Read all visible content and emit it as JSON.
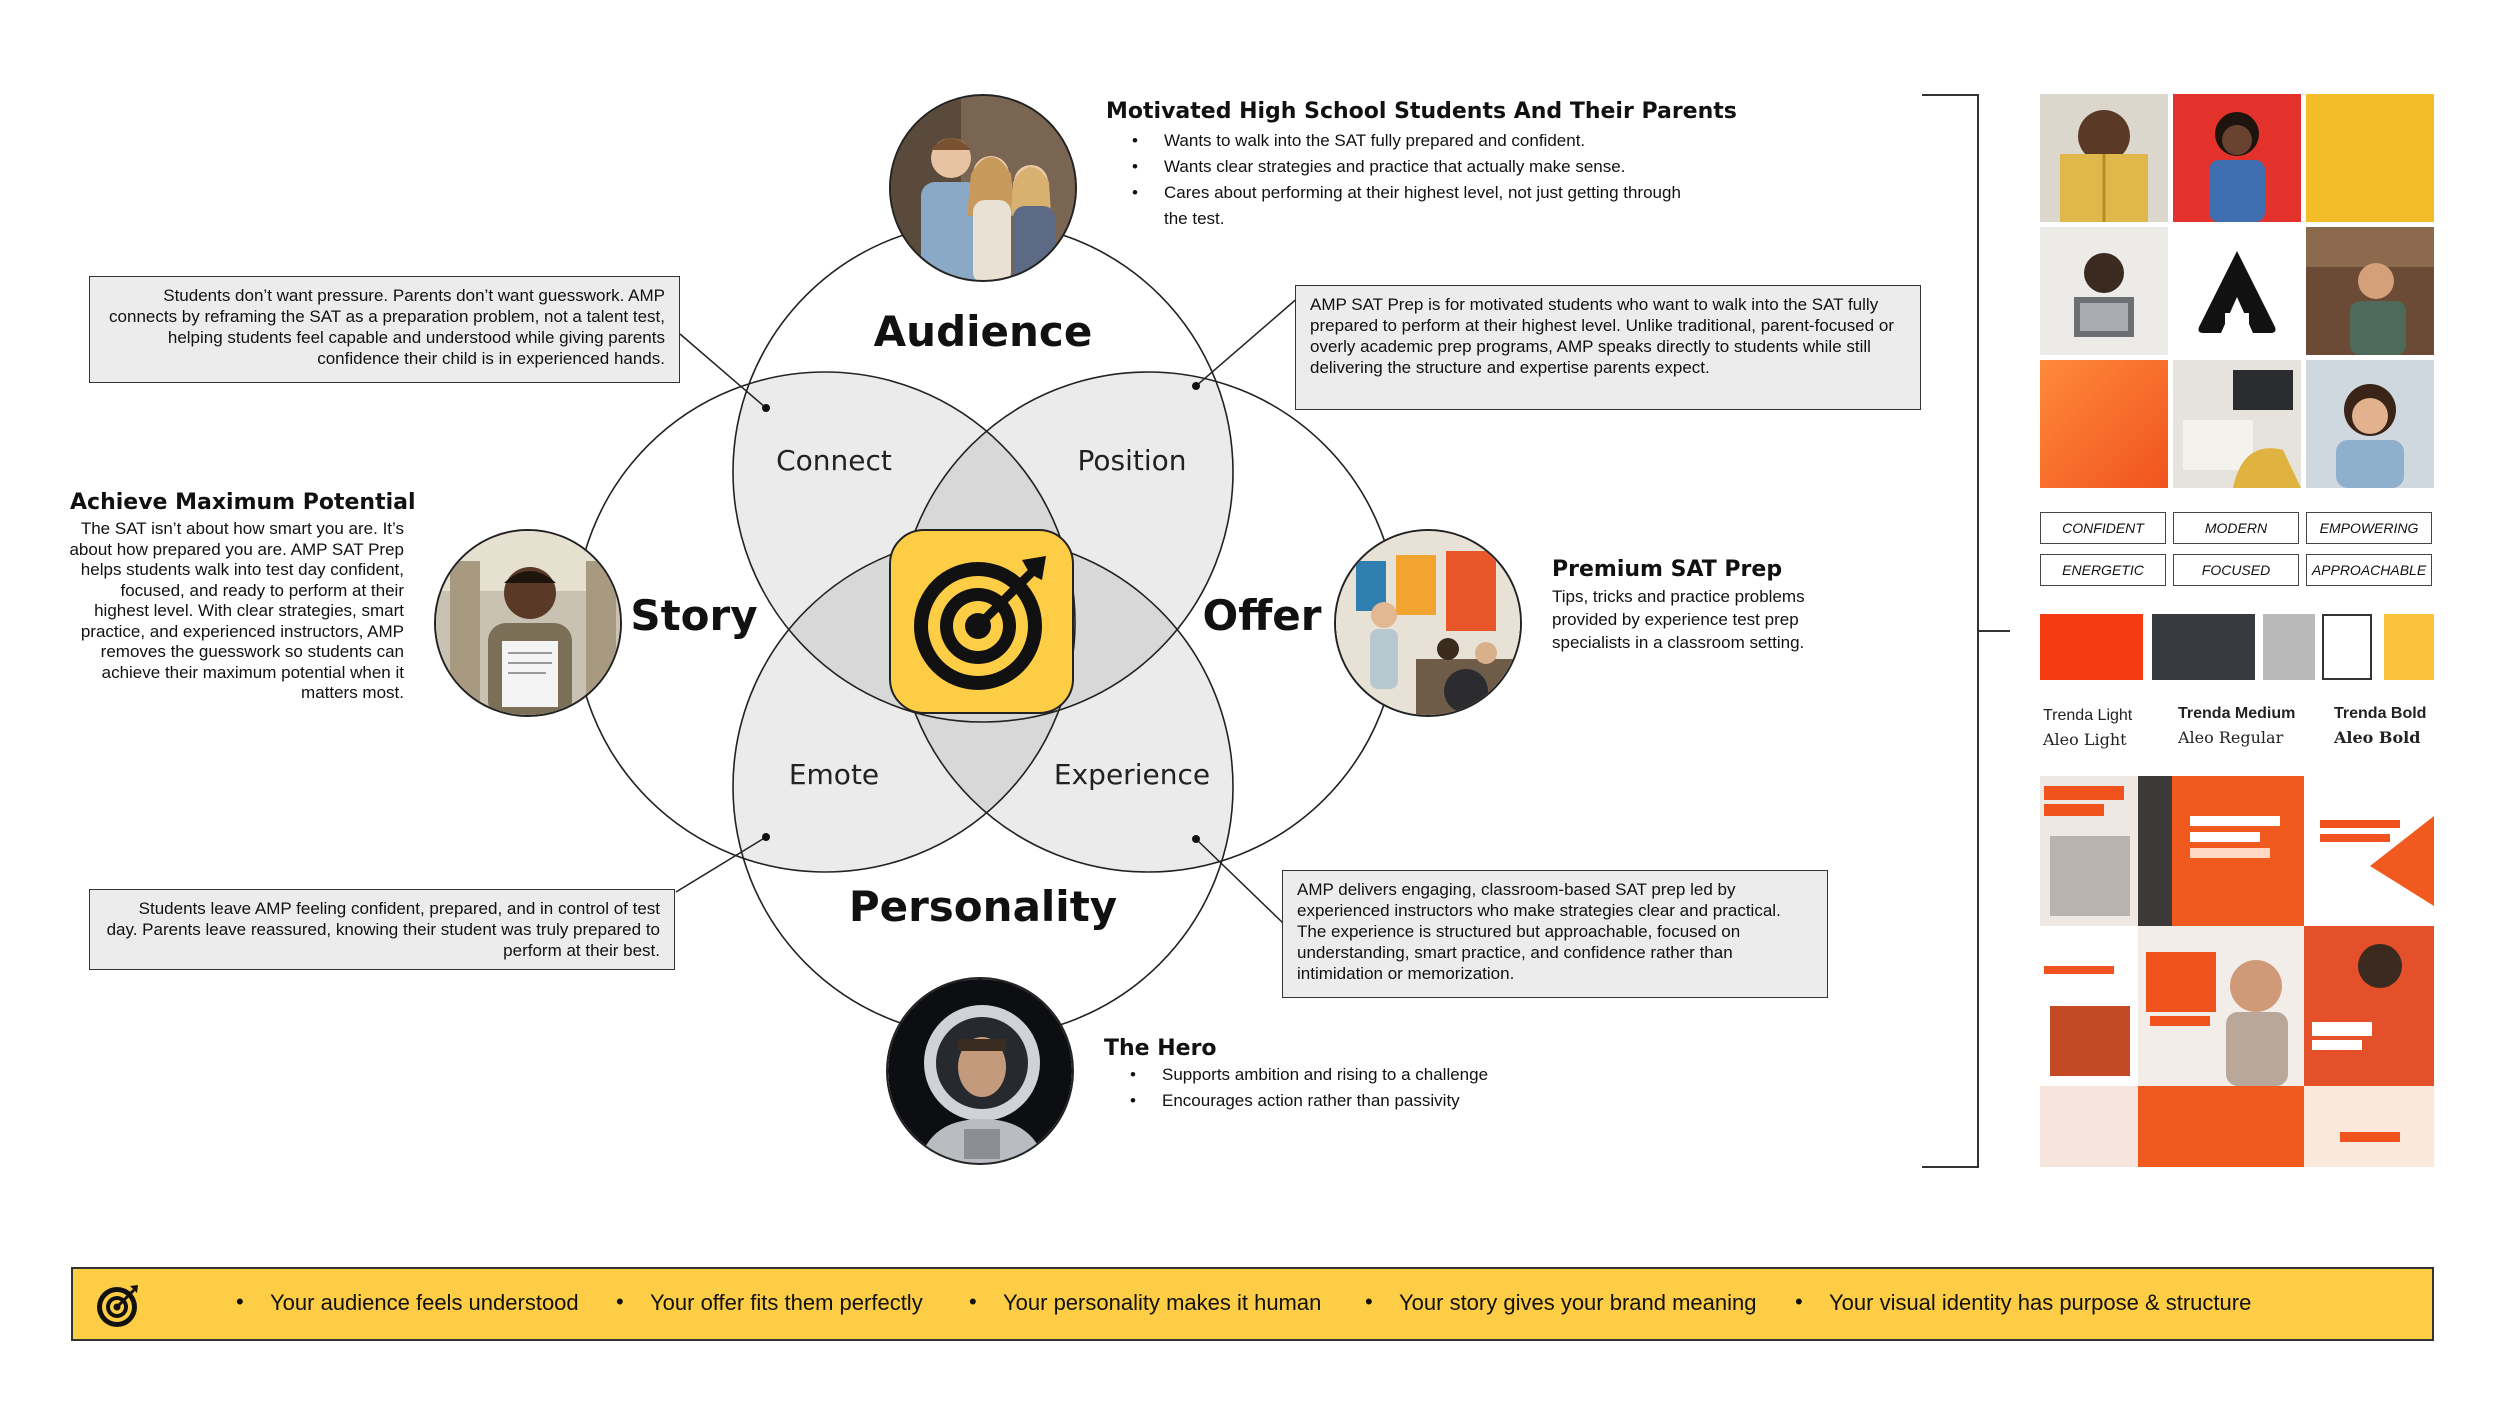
{
  "venn": {
    "audience": "Audience",
    "story": "Story",
    "offer": "Offer",
    "personality": "Personality",
    "connect": "Connect",
    "position": "Position",
    "emote": "Emote",
    "experience": "Experience",
    "center_icon": "target-icon"
  },
  "audience_block": {
    "title": "Motivated High School Students And Their Parents",
    "bullets": [
      "Wants to walk into the SAT fully prepared and confident.",
      "Wants clear strategies and practice that actually make sense.",
      "Cares about performing at their highest level, not just getting through the test."
    ]
  },
  "connect_box": "Students don’t want pressure. Parents don’t want guesswork. AMP connects by reframing the SAT as a preparation problem, not a talent test, helping students feel capable and understood while giving parents confidence their child is in experienced hands.",
  "position_box": "AMP SAT Prep is for motivated students who want to walk into the SAT fully prepared to perform at their highest level. Unlike traditional, parent-focused or overly academic prep programs, AMP speaks directly to students while still delivering the structure and expertise parents expect.",
  "story_block": {
    "title": "Achieve Maximum Potential",
    "text": "The SAT isn’t about how smart you are. It’s about how prepared you are. AMP SAT Prep helps students walk into test day confident, focused, and ready to perform at their highest level. With clear strategies, smart practice, and experienced instructors, AMP removes the guesswork so students can achieve their maximum potential when it matters most."
  },
  "offer_block": {
    "title": "Premium SAT Prep",
    "text": "Tips, tricks and practice problems provided by experience test prep specialists in a classroom setting."
  },
  "emote_box": "Students leave AMP feeling confident, prepared, and in control of test day. Parents leave reassured, knowing their student was truly prepared to perform at their best.",
  "experience_box": "AMP delivers engaging, classroom-based SAT prep led by experienced instructors who make strategies clear and practical. The experience is structured but approachable, focused on understanding, smart practice, and confidence rather than intimidation or memorization.",
  "hero_block": {
    "title": "The Hero",
    "bullets": [
      "Supports ambition and rising to a challenge",
      "Encourages action rather than passivity"
    ]
  },
  "brand": {
    "tags": [
      "CONFIDENT",
      "MODERN",
      "EMPOWERING",
      "ENERGETIC",
      "FOCUSED",
      "APPROACHABLE"
    ],
    "swatches": [
      "#f53b12",
      "#373a3f",
      "#b9b9b9",
      "#ffffff",
      "#fbc23c"
    ],
    "fonts": [
      {
        "primary": "Trenda Light",
        "secondary": "Aleo Light"
      },
      {
        "primary": "Trenda Medium",
        "secondary": "Aleo Regular"
      },
      {
        "primary": "Trenda Bold",
        "secondary": "Aleo Bold"
      }
    ],
    "accent": "#fdcd45",
    "orange": "#f0531e"
  },
  "banner": {
    "icon": "target-icon",
    "items": [
      "Your audience feels understood",
      "Your offer fits them perfectly",
      "Your personality makes it human",
      "Your story gives your brand meaning",
      "Your visual identity has purpose & structure"
    ]
  }
}
